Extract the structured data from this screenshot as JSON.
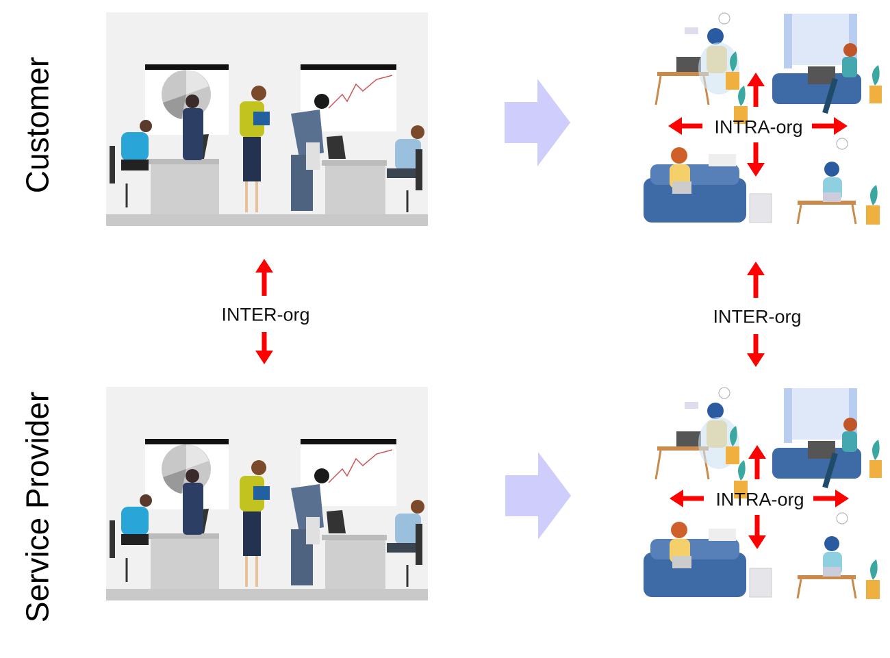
{
  "rows": [
    {
      "label": "Customer"
    },
    {
      "label": "Service Provider"
    }
  ],
  "connectors": {
    "inter_left": "INTER-org",
    "inter_right": "INTER-org",
    "intra_top": "INTRA-org",
    "intra_bottom": "INTRA-org"
  },
  "colors": {
    "arrow_red": "#ff0000",
    "transition_arrow": "#cfcdfb",
    "office_bg": "#f1f1f1",
    "sofa_blue": "#3e6aa6"
  },
  "icons": [
    "office-scene-illustration",
    "remote-work-illustration",
    "transition-arrow",
    "red-arrow"
  ]
}
